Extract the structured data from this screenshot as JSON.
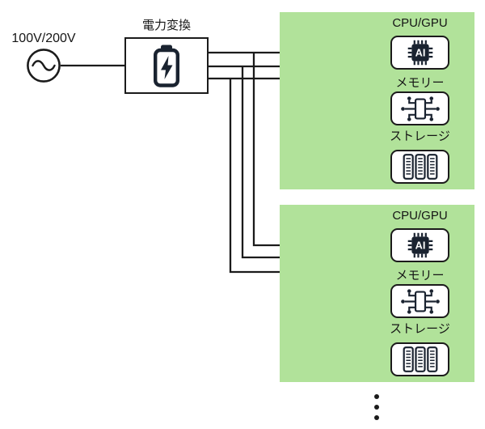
{
  "diagram": {
    "input": {
      "label": "100V/200V",
      "icon": "ac-source-icon"
    },
    "converter": {
      "label": "電力変換",
      "icon": "battery-charging-icon"
    },
    "servers": [
      {
        "components": [
          {
            "label": "CPU/GPU",
            "icon": "ai-chip-icon",
            "chip_text": "AI"
          },
          {
            "label": "メモリー",
            "icon": "memory-circuit-icon"
          },
          {
            "label": "ストレージ",
            "icon": "storage-disks-icon"
          }
        ]
      },
      {
        "components": [
          {
            "label": "CPU/GPU",
            "icon": "ai-chip-icon",
            "chip_text": "AI"
          },
          {
            "label": "メモリー",
            "icon": "memory-circuit-icon"
          },
          {
            "label": "ストレージ",
            "icon": "storage-disks-icon"
          }
        ]
      }
    ],
    "more_indicator": "vertical-ellipsis",
    "colors": {
      "server_background": "#b1e29a",
      "wire": "#1b1b1b",
      "icon_ink": "#1a2330",
      "background": "#ffffff"
    }
  }
}
